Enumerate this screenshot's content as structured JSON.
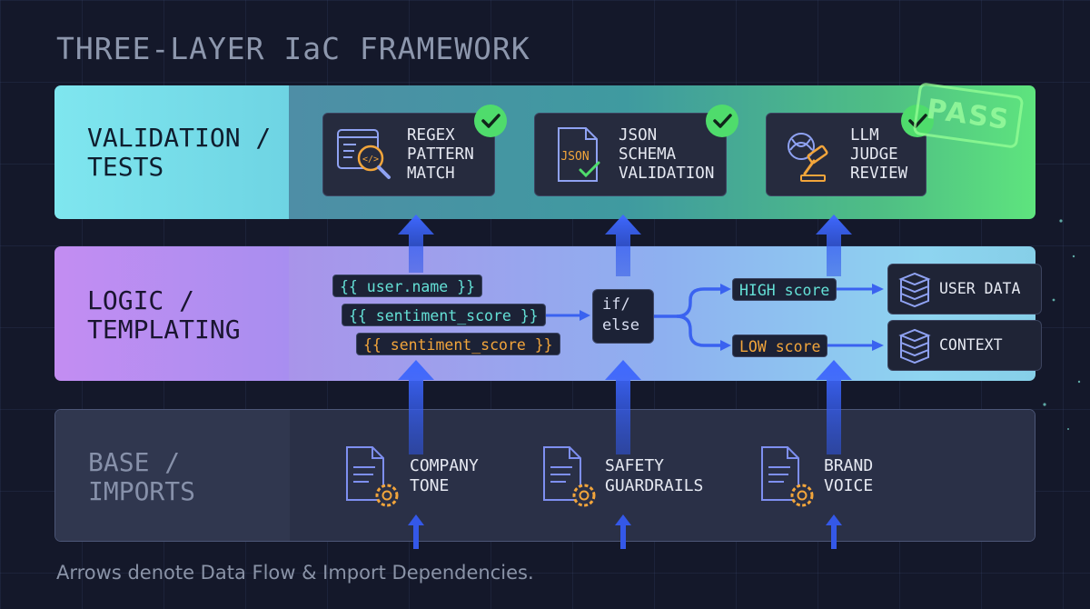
{
  "title": "THREE-LAYER IaC FRAMEWORK",
  "footer": "Arrows denote Data Flow & Import Dependencies.",
  "layers": {
    "validation": {
      "label": "VALIDATION /\nTESTS",
      "stamp": "PASS",
      "cards": [
        {
          "label": "REGEX\nPATTERN\nMATCH",
          "icon": "regex-search-icon",
          "status": "passed"
        },
        {
          "label": "JSON\nSCHEMA\nVALIDATION",
          "icon": "json-document-icon",
          "icon_text": "JSON",
          "status": "passed"
        },
        {
          "label": "LLM\nJUDGE\nREVIEW",
          "icon": "llm-judge-gavel-icon",
          "status": "passed"
        }
      ]
    },
    "logic": {
      "label": "LOGIC /\nTEMPLATING",
      "variables": [
        "{{ user.name }}",
        "{{ sentiment_score }}",
        "{{ sentiment_score }}"
      ],
      "condition": "if/\nelse",
      "branches": [
        "HIGH score",
        "LOW score"
      ],
      "targets": [
        {
          "label": "USER DATA",
          "icon": "database-icon"
        },
        {
          "label": "CONTEXT",
          "icon": "database-icon"
        }
      ]
    },
    "base": {
      "label": "BASE /\nIMPORTS",
      "imports": [
        {
          "label": "COMPANY\nTONE",
          "icon": "document-gear-icon"
        },
        {
          "label": "SAFETY\nGUARDRAILS",
          "icon": "document-gear-icon"
        },
        {
          "label": "BRAND\nVOICE",
          "icon": "document-gear-icon"
        }
      ]
    }
  },
  "colors": {
    "arrow": "#3a62f0",
    "check": "#4fdc6c",
    "variable_cyan": "#64e0d6",
    "variable_orange": "#f2a53b",
    "background": "#14182a"
  }
}
